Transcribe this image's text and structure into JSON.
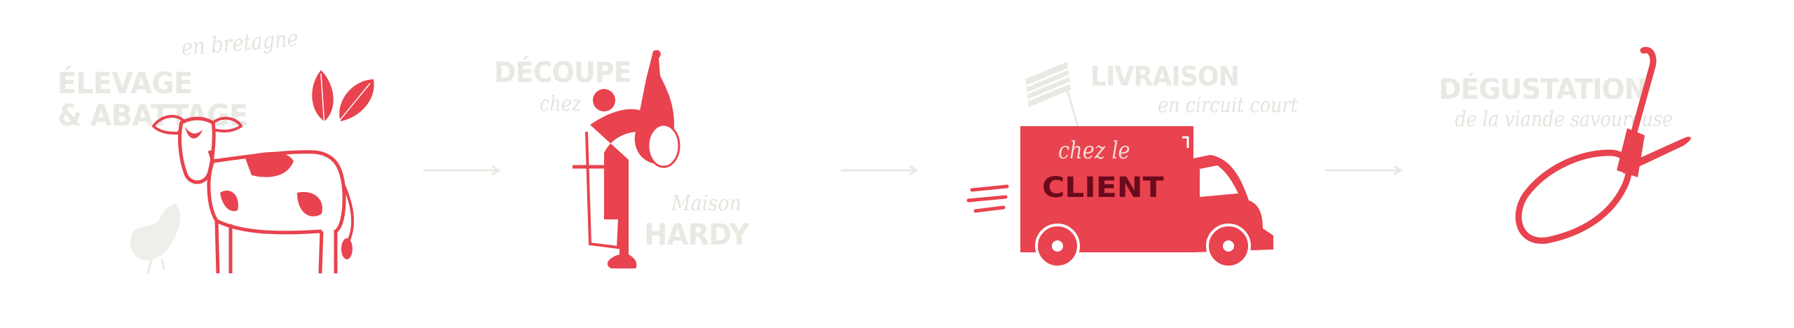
{
  "steps": [
    {
      "script": "en bretagne",
      "title_line1": "ÉLEVAGE",
      "title_line2": "& ABATTAGE"
    },
    {
      "title": "DÉCOUPE",
      "script": "chez",
      "brand_script": "Maison",
      "brand": "HARDY"
    },
    {
      "title": "LIVRAISON",
      "script": "en circuit court",
      "truck_script": "chez le",
      "truck_title": "CLIENT"
    },
    {
      "title": "DÉGUSTATION",
      "script": "de la viande savoureuse"
    }
  ],
  "colors": {
    "accent": "#e8434e",
    "heading": "#e9e9e3",
    "dark_red": "#6a0a1c"
  }
}
